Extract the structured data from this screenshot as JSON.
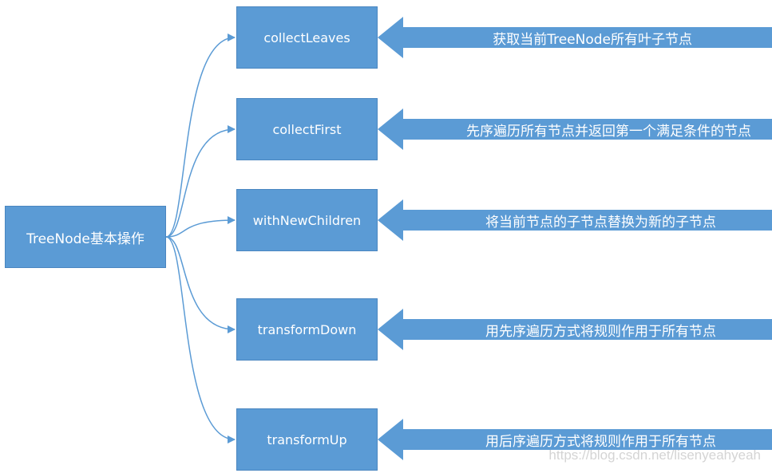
{
  "diagram": {
    "root": {
      "label": "TreeNode基本操作"
    },
    "operations": [
      {
        "name": "collectLeaves",
        "description": "获取当前TreeNode所有叶子节点"
      },
      {
        "name": "collectFirst",
        "description": "先序遍历所有节点并返回第一个满足条件的节点"
      },
      {
        "name": "withNewChildren",
        "description": "将当前节点的子节点替换为新的子节点"
      },
      {
        "name": "transformDown",
        "description": "用先序遍历方式将规则作用于所有节点"
      },
      {
        "name": "transformUp",
        "description": "用后序遍历方式将规则作用于所有节点"
      }
    ]
  },
  "watermark": "https://blog.csdn.net/lisenyeahyeah",
  "colors": {
    "box_fill": "#5b9bd5",
    "box_text": "#ffffff",
    "connector": "#5b9bd5",
    "watermark": "#d4d4d4"
  }
}
